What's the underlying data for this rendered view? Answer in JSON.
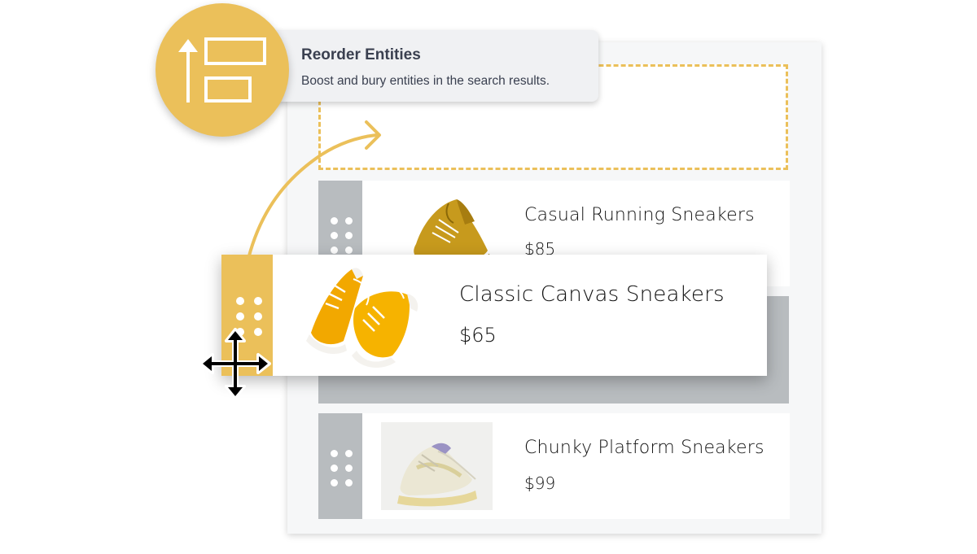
{
  "tooltip": {
    "title": "Reorder Entities",
    "description": "Boost and bury entities in the search results."
  },
  "icons": {
    "reorder": "reorder-icon",
    "arrow": "curved-arrow-icon",
    "move": "move-cursor-icon",
    "drag_handle": "drag-handle-icon"
  },
  "results": [
    {
      "title": "Casual Running Sneakers",
      "price": "$85",
      "image": "mustard-running-sneaker"
    },
    {
      "title": "Classic Canvas Sneakers",
      "price": "$65",
      "image": "yellow-canvas-high-tops"
    },
    {
      "title": "Chunky Platform Sneakers",
      "price": "$99",
      "image": "cream-chunky-sneakers"
    }
  ],
  "colors": {
    "accent": "#ebc05a",
    "handle": "#b8bcbf",
    "panel": "#f6f7f8",
    "tooltip_bg": "#f0f1f3",
    "tooltip_text": "#3a4050"
  }
}
